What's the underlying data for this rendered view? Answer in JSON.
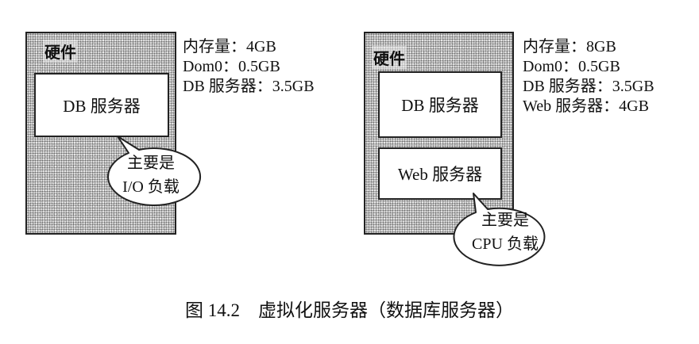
{
  "left": {
    "hardware_label": "硬件",
    "box_label": "DB 服务器",
    "bubble_lines": [
      "主要是",
      "I/O 负载"
    ],
    "specs": [
      "内存量：4GB",
      "Dom0：0.5GB",
      "DB 服务器：3.5GB"
    ]
  },
  "right": {
    "hardware_label": "硬件",
    "box_top_label": "DB 服务器",
    "box_bottom_label": "Web 服务器",
    "bubble_lines": [
      "主要是",
      "CPU 负载"
    ],
    "specs": [
      "内存量：8GB",
      "Dom0：0.5GB",
      "DB 服务器：3.5GB",
      "Web 服务器：4GB"
    ]
  },
  "caption": "图 14.2    虚拟化服务器（数据库服务器）"
}
